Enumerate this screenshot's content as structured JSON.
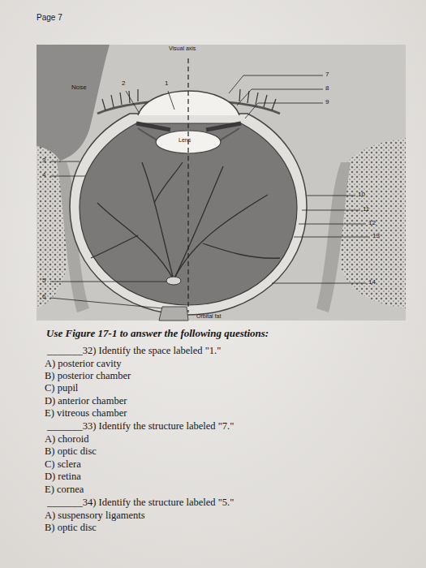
{
  "diagram": {
    "labels": [
      "Page 7",
      "Visual axis",
      "Nose",
      "Lens",
      "Orbital fat",
      "1",
      "2",
      "3",
      "4",
      "5",
      "6",
      "7",
      "8",
      "9",
      "10",
      "11",
      "12",
      "13",
      "14",
      "Use Figure 17-1 to answer the following questions:",
      "_______32) Identify the space labeled \"1.\"",
      "A) posterior cavity",
      "B) posterior chamber",
      "C) pupil",
      "D) anterior chamber",
      "E) vitreous chamber",
      "_______33) Identify the structure labeled \"7.\"",
      "A) choroid",
      "B) optic disc",
      "C) sclera",
      "D) retina",
      "E) cornea",
      "_______34) Identify the structure labeled \"5.\"",
      "A) suspensory ligaments",
      "B) optic disc"
    ]
  }
}
